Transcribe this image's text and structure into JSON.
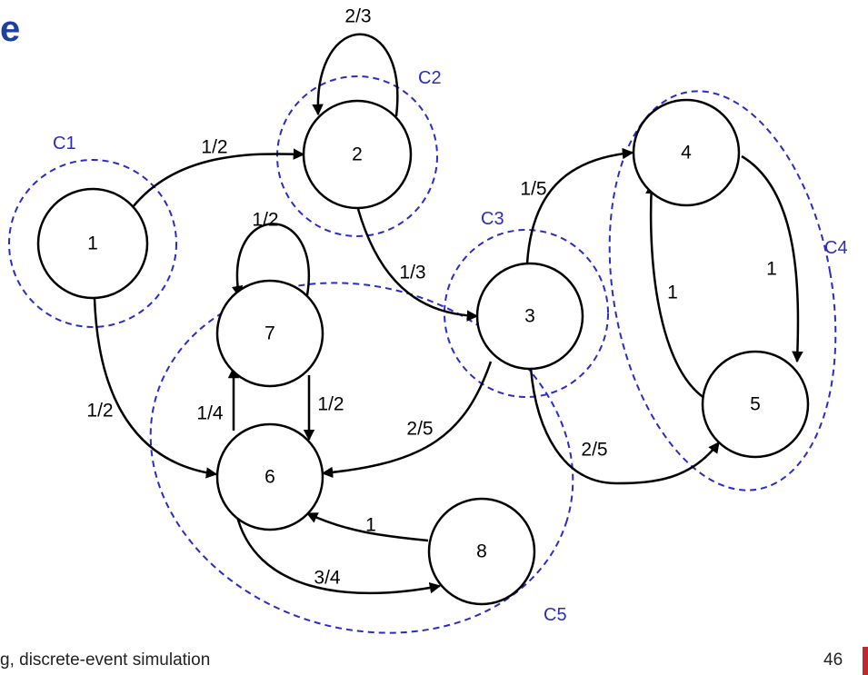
{
  "title_fragment": "e",
  "footer": {
    "text": "g, discrete-event simulation",
    "page_number": "46"
  },
  "colors": {
    "title": "#1f3f9e",
    "cluster": "#2b2bc8",
    "accent": "#c0282d",
    "edge": "#000000"
  },
  "nodes": [
    {
      "id": "1",
      "label": "1"
    },
    {
      "id": "2",
      "label": "2"
    },
    {
      "id": "3",
      "label": "3"
    },
    {
      "id": "4",
      "label": "4"
    },
    {
      "id": "5",
      "label": "5"
    },
    {
      "id": "6",
      "label": "6"
    },
    {
      "id": "7",
      "label": "7"
    },
    {
      "id": "8",
      "label": "8"
    }
  ],
  "edges": [
    {
      "from": "1",
      "to": "2",
      "label": "1/2"
    },
    {
      "from": "1",
      "to": "6",
      "label": "1/2"
    },
    {
      "from": "2",
      "to": "2",
      "label": "2/3"
    },
    {
      "from": "2",
      "to": "3",
      "label": "1/3"
    },
    {
      "from": "3",
      "to": "4",
      "label": "1/5"
    },
    {
      "from": "3",
      "to": "5",
      "label": "2/5"
    },
    {
      "from": "3",
      "to": "6",
      "label": "2/5"
    },
    {
      "from": "4",
      "to": "5",
      "label": "1"
    },
    {
      "from": "5",
      "to": "4",
      "label": "1"
    },
    {
      "from": "7",
      "to": "7",
      "label": "1/2"
    },
    {
      "from": "7",
      "to": "6",
      "label": "1/2"
    },
    {
      "from": "6",
      "to": "7",
      "label": "1/4"
    },
    {
      "from": "6",
      "to": "8",
      "label": "3/4"
    },
    {
      "from": "8",
      "to": "6",
      "label": "1"
    }
  ],
  "clusters": [
    {
      "id": "C1",
      "label": "C1"
    },
    {
      "id": "C2",
      "label": "C2"
    },
    {
      "id": "C3",
      "label": "C3"
    },
    {
      "id": "C4",
      "label": "C4"
    },
    {
      "id": "C5",
      "label": "C5"
    }
  ]
}
